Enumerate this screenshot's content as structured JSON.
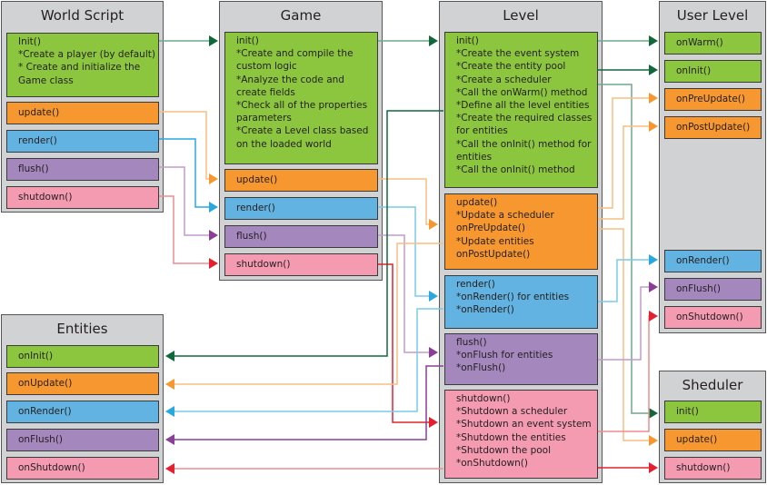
{
  "colors": {
    "green": "#8cc63f",
    "orange": "#f7972f",
    "blue": "#62b3e1",
    "purple": "#a487bc",
    "pink": "#f49ab1",
    "panel": "#d1d2d4",
    "wire_dark_green": "#11683b",
    "wire_teal": "#6ea98c",
    "wire_orange": "#f7972f",
    "wire_light_orange": "#f9be82",
    "wire_blue": "#29a8e0",
    "wire_light_blue": "#79cbe8",
    "wire_purple": "#8a3e96",
    "wire_light_purple": "#c29bcb",
    "wire_red": "#e4202f",
    "wire_light_red": "#f08b91"
  },
  "world_script": {
    "title": "World Script",
    "init": "Init()\n*Create a player (by default)\n* Create and initialize the\nGame class",
    "update": "update()",
    "render": "render()",
    "flush": "flush()",
    "shutdown": "shutdown()"
  },
  "game": {
    "title": "Game",
    "init": "init()\n*Create and compile the\ncustom logic\n*Analyze the code and\ncreate fields\n*Check all of the properties\nparameters\n*Create a Level class based\non the loaded world",
    "update": "update()",
    "render": "render()",
    "flush": "flush()",
    "shutdown": "shutdown()"
  },
  "level": {
    "title": "Level",
    "init": "init()\n*Create the event system\n*Create the entity pool\n*Create a scheduler\n*Call the onWarm() method\n*Define all the level entities\n*Create the required classes\nfor entities\n*Call the onInit() method for\nentities\n*Call the onInit() method",
    "update": "update()\n*Update a scheduler\nonPreUpdate()\n*Update entities\nonPostUpdate()",
    "render": "render()\n*onRender() for entities\n*onRender()",
    "flush": "flush()\n*onFlush for entities\n*onFlush()",
    "shutdown": "shutdown()\n*Shutdown a scheduler\n*Shutdown an event system\n*Shutdown the entities\n*Shutdown the pool\n*onShutdown()"
  },
  "user_level": {
    "title": "User Level",
    "on_warm": "onWarm()",
    "on_init": "onInit()",
    "on_pre_update": "onPreUpdate()",
    "on_post_update": "onPostUpdate()",
    "on_render": "onRender()",
    "on_flush": "onFlush()",
    "on_shutdown": "onShutdown()"
  },
  "entities": {
    "title": "Entities",
    "on_init": "onInit()",
    "on_update": "onUpdate()",
    "on_render": "onRender()",
    "on_flush": "onFlush()",
    "on_shutdown": "onShutdown()"
  },
  "scheduler": {
    "title": "Sheduler",
    "init": "init()",
    "update": "update()",
    "shutdown": "shutdown()"
  }
}
